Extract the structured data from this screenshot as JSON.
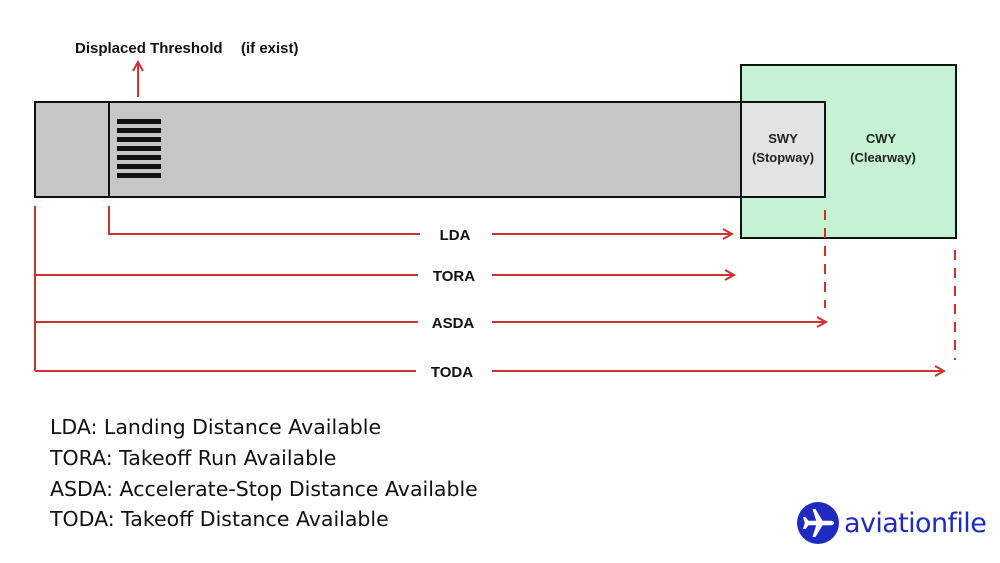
{
  "diagram": {
    "displaced_threshold_label": "Displaced Threshold",
    "displaced_threshold_note": "(if exist)",
    "stopway_label": "SWY",
    "stopway_name": "(Stopway)",
    "clearway_label": "CWY",
    "clearway_name": "(Clearway)",
    "distances": [
      {
        "key": "lda",
        "label": "LDA"
      },
      {
        "key": "tora",
        "label": "TORA"
      },
      {
        "key": "asda",
        "label": "ASDA"
      },
      {
        "key": "toda",
        "label": "TODA"
      }
    ]
  },
  "legend": [
    "LDA: Landing Distance Available",
    "TORA: Takeoff Run Available",
    "ASDA: Accelerate-Stop Distance Available",
    "TODA: Takeoff Distance Available"
  ],
  "brand": {
    "name": "aviationfile",
    "icon": "airplane-icon",
    "color": "#1f2bc0"
  },
  "colors": {
    "runway": "#c6c6c6",
    "stopway": "#e3e3e3",
    "clearway": "#c6f2d4",
    "arrow": "#d03030"
  }
}
